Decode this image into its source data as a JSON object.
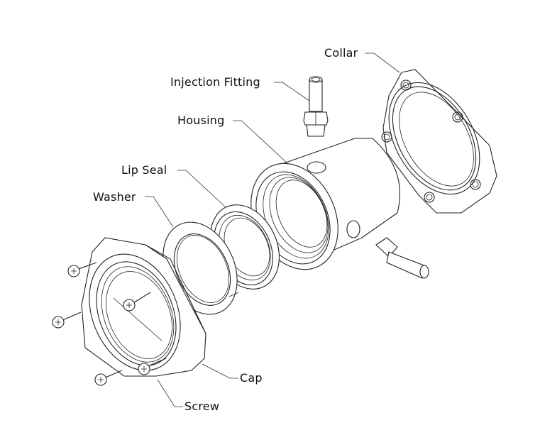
{
  "diagram": {
    "type": "exploded-assembly",
    "parts": [
      {
        "id": "collar",
        "label": "Collar"
      },
      {
        "id": "injection-fitting",
        "label": "Injection Fitting"
      },
      {
        "id": "housing",
        "label": "Housing"
      },
      {
        "id": "lip-seal",
        "label": "Lip Seal"
      },
      {
        "id": "washer",
        "label": "Washer"
      },
      {
        "id": "cap",
        "label": "Cap"
      },
      {
        "id": "screw",
        "label": "Screw"
      }
    ],
    "colors": {
      "line": "#222222",
      "text": "#0d0d1a",
      "background": "#ffffff"
    }
  }
}
